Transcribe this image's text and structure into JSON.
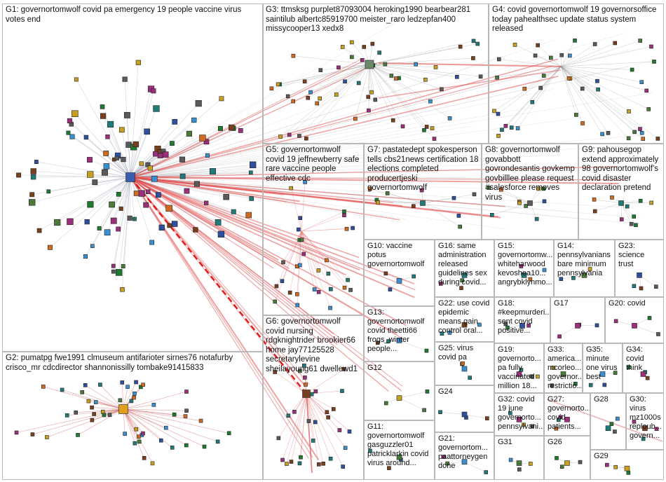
{
  "figure": {
    "edge_color": "#e05050",
    "light_edge_color": "#c0c0c0",
    "box_border": "#b8b8b8",
    "hub_fill": "#3a5fb0"
  },
  "clusters": [
    {
      "id": "g1",
      "label": "G1: governortomwolf covid pa emergency 19 people vaccine virus votes end"
    },
    {
      "id": "g2",
      "label": "G2: pumatpg fwe1991 clmuseum antifarioter sirnes76 notafurby crisco_mr cdcdirector shannonissilly tombake91415833"
    },
    {
      "id": "g3",
      "label": "G3: ttmsksg purplet87093004 heroking1990 bearbear281 saintilub albertc85919700 meister_raro ledzepfan400 missycooper13 xedx8"
    },
    {
      "id": "g4",
      "label": "G4: covid governortomwolf 19 governorsoffice today pahealthsec update status system released"
    },
    {
      "id": "g5",
      "label": "G5: governortomwolf covid 19 jeffnewberry safe rare vaccine people effective cdc"
    },
    {
      "id": "g6",
      "label": "G6: governortomwolf covid nursing rdgknightrider brookier66 home jay77125528 secretarylevine sheilayoung61 dwellewd1"
    },
    {
      "id": "g7",
      "label": "G7: pastatedept spokesperson tells cbs21news certification 18 elections completed producertjeski governortomwolf"
    },
    {
      "id": "g8",
      "label": "G8: governortomwolf govabbott govrondesantis govkemp govbilllee please request #salesforce removes virus"
    },
    {
      "id": "g9",
      "label": "G9: pahousegop extend approximately 98 governortomwolf's covid disaster declaration pretend"
    },
    {
      "id": "g10",
      "label": "G10: vaccine potus governortomwolf"
    },
    {
      "id": "g11",
      "label": "G11: governortomwolf gasguzzler01 patricklarkin covid virus around..."
    },
    {
      "id": "g12",
      "label": "G12"
    },
    {
      "id": "g13",
      "label": "G13: governortomwolf covid theetti66 frogs_winter people..."
    },
    {
      "id": "g14",
      "label": "G14: pennsylvanians bare minimum pennsylvania"
    },
    {
      "id": "g15",
      "label": "G15: governortomw... whiteharwood kevoshea10... angrybklynmo..."
    },
    {
      "id": "g16",
      "label": "G16: same administration released guidelines sex during covid..."
    },
    {
      "id": "g17",
      "label": "G17"
    },
    {
      "id": "g18",
      "label": "G18: #keepmurderi... sent covid positive..."
    },
    {
      "id": "g19",
      "label": "G19: governorto... pa fully vaccinated million 18..."
    },
    {
      "id": "g20",
      "label": "G20: covid"
    },
    {
      "id": "g21",
      "label": "G21: governortom... paattorneygen done"
    },
    {
      "id": "g22",
      "label": "G22: use covid epidemic means gain control oral..."
    },
    {
      "id": "g23",
      "label": "G23: science trust"
    },
    {
      "id": "g24",
      "label": "G24"
    },
    {
      "id": "g25",
      "label": "G25: virus covid pa"
    },
    {
      "id": "g26",
      "label": "G26"
    },
    {
      "id": "g27",
      "label": "G27: governorto... covid patients..."
    },
    {
      "id": "g28",
      "label": "G28"
    },
    {
      "id": "g29",
      "label": "G29"
    },
    {
      "id": "g30",
      "label": "G30: virus mz1000s reploub... govern..."
    },
    {
      "id": "g31",
      "label": "G31"
    },
    {
      "id": "g32",
      "label": "G32: covid 19 june governorto... pennsylvani..."
    },
    {
      "id": "g33",
      "label": "G33: america... mcorleo... governor... restrictio..."
    },
    {
      "id": "g34",
      "label": "G34: covid think"
    },
    {
      "id": "g35",
      "label": "G35: minute one virus best"
    }
  ]
}
